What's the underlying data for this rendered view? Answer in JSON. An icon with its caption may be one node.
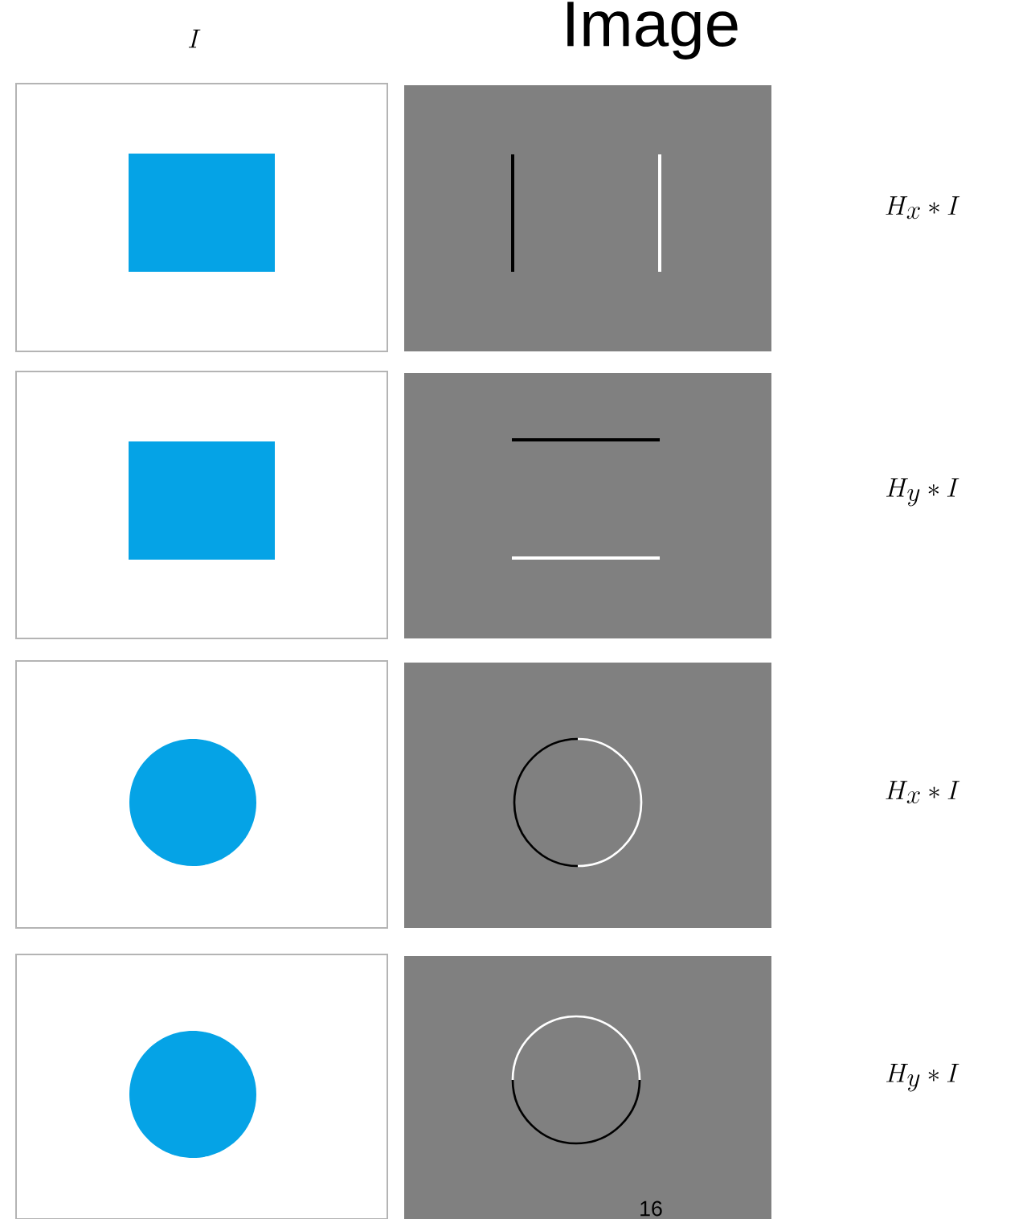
{
  "diagram": {
    "title": "Image",
    "labels": [
      "I",
      "H_x * I",
      "H_y * I",
      "H_x * I",
      "H_y * I",
      "16"
    ]
  }
}
